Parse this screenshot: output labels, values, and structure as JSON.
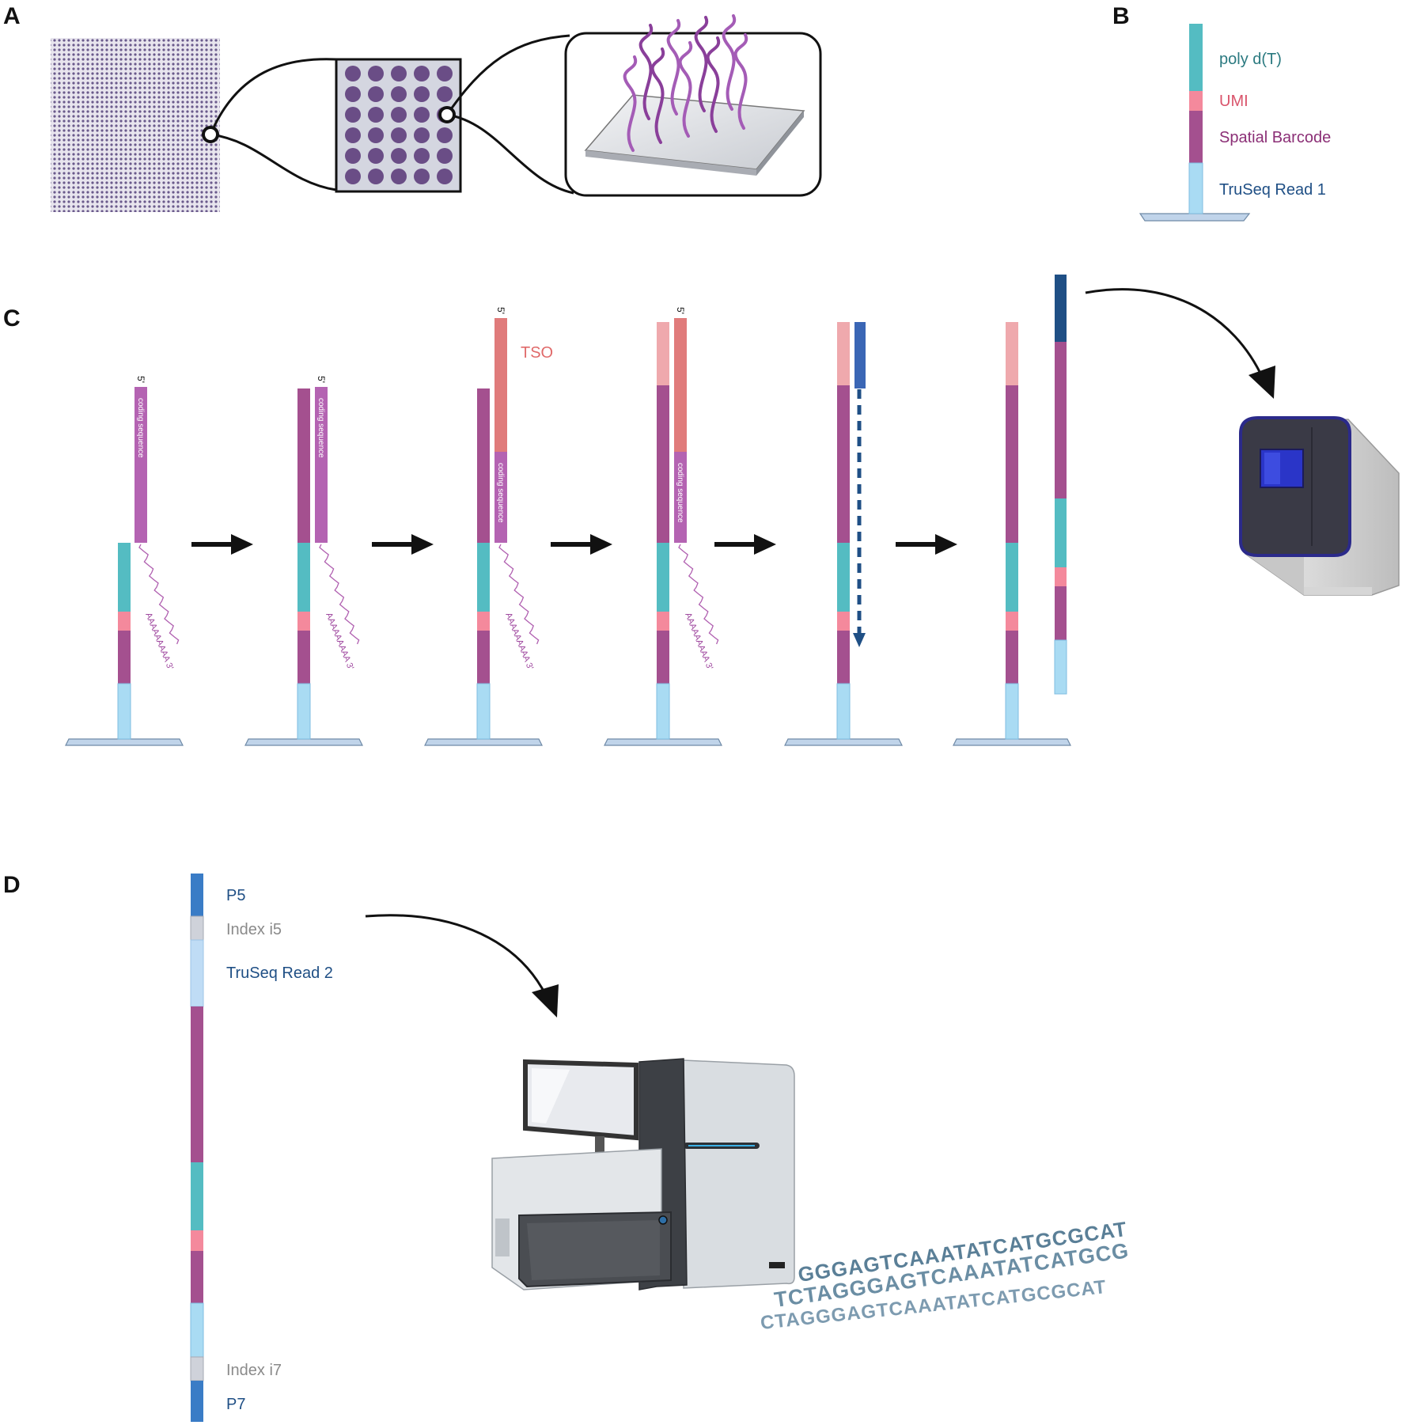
{
  "panels": {
    "a": "A",
    "b": "B",
    "c": "C",
    "d": "D"
  },
  "colors": {
    "polydt": "#54bcc2",
    "umi": "#f4899c",
    "barcode": "#a4508f",
    "truseq1": "#a9dbf3",
    "coding": "#b463b2",
    "tso": "#e07b7b",
    "tso_light": "#efa9ad",
    "primer": "#3a66b5",
    "p5": "#3a7cc6",
    "index": "#cfd2da",
    "truseq2": "#bfdcf5",
    "dark_blue": "#1f4f85",
    "spot": "#6a4d86"
  },
  "probe_labels": {
    "polydt": "poly d(T)",
    "umi": "UMI",
    "barcode": "Spatial Barcode",
    "truseq1": "TruSeq Read 1"
  },
  "strand": {
    "five_prime": "5'",
    "coding": "coding sequence",
    "polya": "AAAAAAAAA 3'",
    "tso": "TSO"
  },
  "library_labels": {
    "p5": "P5",
    "i5": "Index i5",
    "truseq2": "TruSeq Read 2",
    "i7": "Index i7",
    "p7": "P7"
  },
  "reads": [
    "GGGAGTCAAATATCATGCGCAT",
    "TCTAGGGAGTCAAATATCATGCG",
    "CTAGGGAGTCAAATATCATGCGCAT"
  ]
}
